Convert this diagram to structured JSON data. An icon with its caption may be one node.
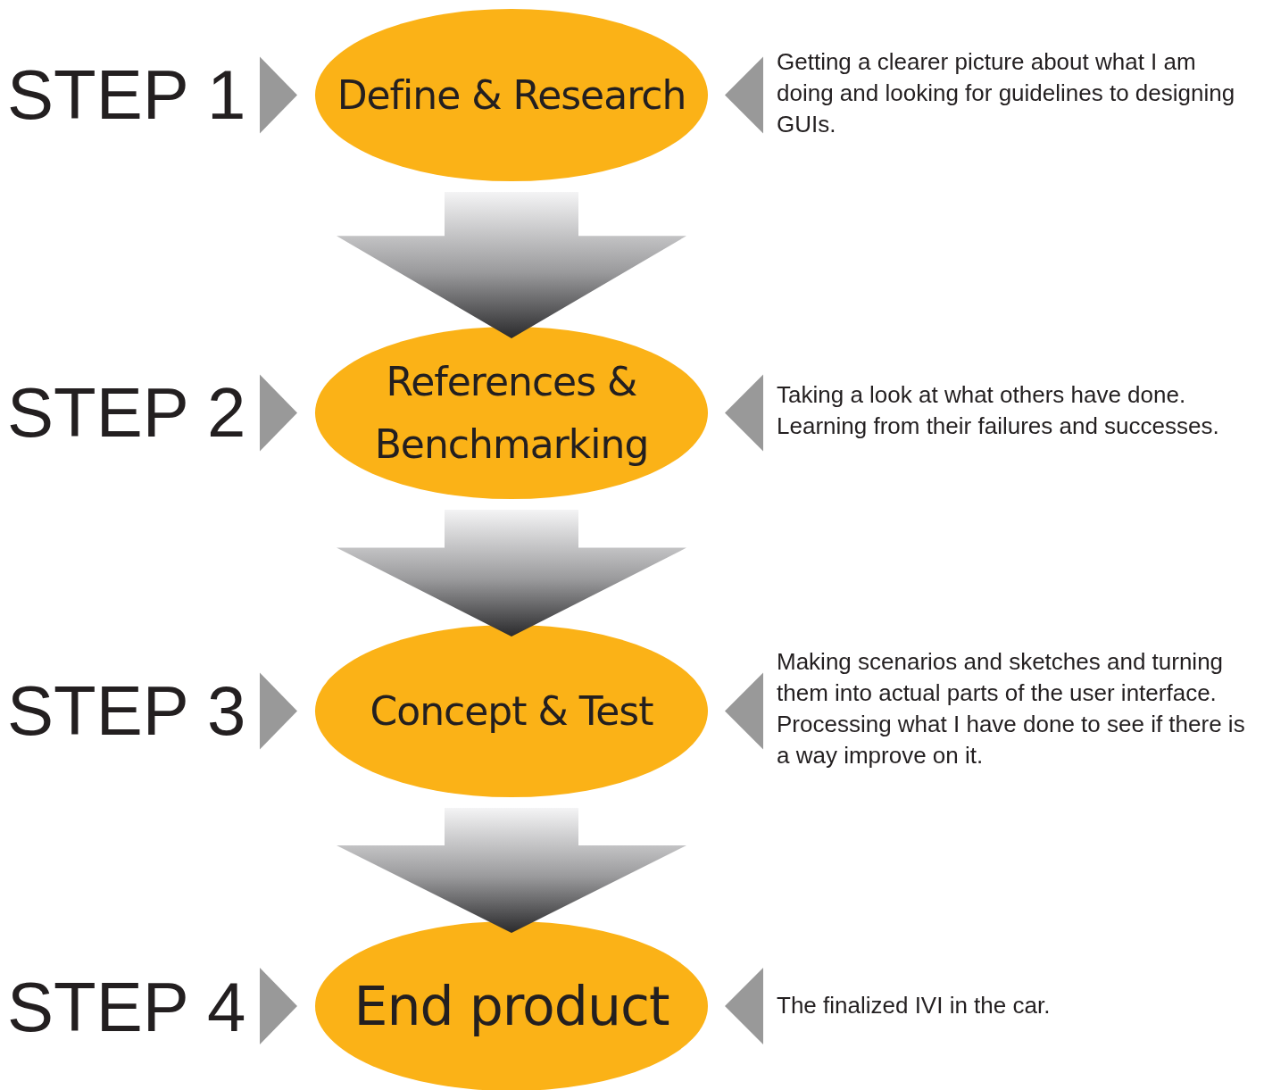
{
  "diagram": {
    "nodes": [
      {
        "text": [
          "STEP 1"
        ]
      },
      {
        "text": [
          "Define & Research"
        ]
      },
      {
        "text": [
          "Getting a clearer picture about what I am doing and looking for guidelines to designing GUIs."
        ]
      },
      {
        "text": [
          "STEP 2"
        ]
      },
      {
        "text": [
          "References & Benchmarking"
        ]
      },
      {
        "text": [
          "Taking a look at what others have done. Learning from their failures and successes."
        ]
      },
      {
        "text": [
          "STEP 3"
        ]
      },
      {
        "text": [
          "Concept & Test"
        ]
      },
      {
        "text": [
          "Making scenarios and sketches and turning them into actual parts of the user interface. Processing what I have done to see if there is a way improve on it."
        ]
      },
      {
        "text": [
          "STEP 4"
        ]
      },
      {
        "text": [
          "End product"
        ]
      },
      {
        "text": [
          "The finalized IVI in the car."
        ]
      }
    ],
    "edges": [
      {
        "from": 0,
        "to": 1,
        "arrow": "to"
      },
      {
        "from": 2,
        "to": 1,
        "arrow": "to"
      },
      {
        "from": 1,
        "to": 4,
        "arrow": "to",
        "style": "thick"
      },
      {
        "from": 3,
        "to": 4,
        "arrow": "to"
      },
      {
        "from": 5,
        "to": 4,
        "arrow": "to"
      },
      {
        "from": 4,
        "to": 7,
        "arrow": "to",
        "style": "thick"
      },
      {
        "from": 6,
        "to": 7,
        "arrow": "to"
      },
      {
        "from": 8,
        "to": 7,
        "arrow": "to"
      },
      {
        "from": 7,
        "to": 10,
        "arrow": "to",
        "style": "thick"
      },
      {
        "from": 9,
        "to": 10,
        "arrow": "to"
      },
      {
        "from": 11,
        "to": 10,
        "arrow": "to"
      }
    ]
  }
}
